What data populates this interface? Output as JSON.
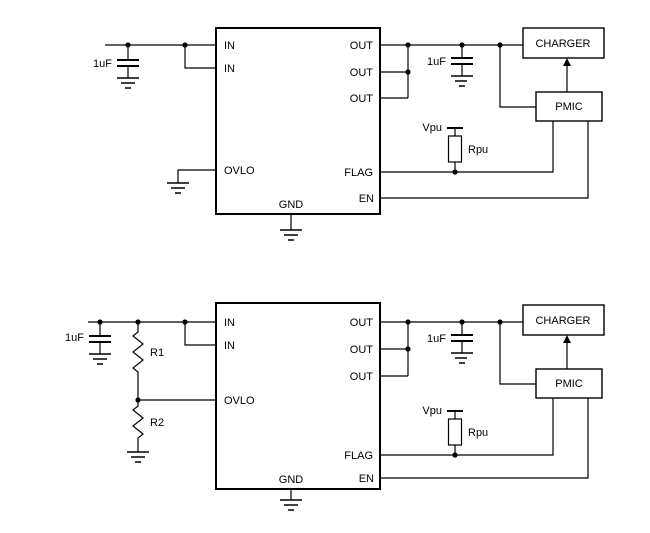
{
  "circuit_top": {
    "pins": {
      "in1": "IN",
      "in2": "IN",
      "ovlo": "OVLO",
      "gnd": "GND",
      "out1": "OUT",
      "out2": "OUT",
      "out3": "OUT",
      "flag": "FLAG",
      "en": "EN"
    },
    "components": {
      "input_cap": "1uF",
      "output_cap": "1uF",
      "pullup_supply": "Vpu",
      "pullup_resistor": "Rpu",
      "charger": "CHARGER",
      "pmic": "PMIC"
    }
  },
  "circuit_bottom": {
    "pins": {
      "in1": "IN",
      "in2": "IN",
      "ovlo": "OVLO",
      "gnd": "GND",
      "out1": "OUT",
      "out2": "OUT",
      "out3": "OUT",
      "flag": "FLAG",
      "en": "EN"
    },
    "components": {
      "input_cap": "1uF",
      "output_cap": "1uF",
      "pullup_supply": "Vpu",
      "pullup_resistor": "Rpu",
      "charger": "CHARGER",
      "pmic": "PMIC",
      "divider_top": "R1",
      "divider_bottom": "R2"
    }
  }
}
